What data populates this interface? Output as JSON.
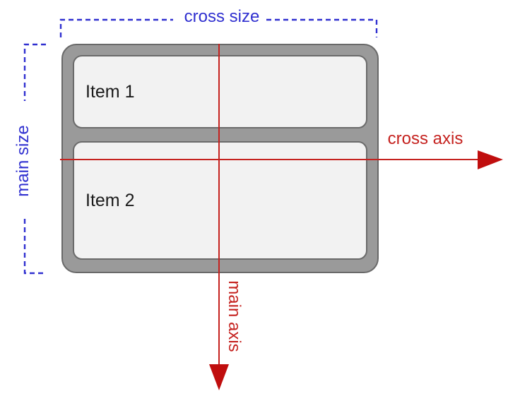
{
  "diagram": {
    "container": {
      "items": [
        {
          "label": "Item 1"
        },
        {
          "label": "Item 2"
        }
      ]
    },
    "labels": {
      "cross_size": "cross size",
      "main_size": "main size",
      "cross_axis": "cross axis",
      "main_axis": "main axis"
    },
    "colors": {
      "blue": "#3030d0",
      "red": "#c5221f",
      "arrow_red": "#c00e0e",
      "container_fill": "#9a9a9a",
      "container_border": "#696969",
      "item_fill": "#f2f2f2",
      "item_border": "#6b6b6b",
      "item_text": "#1b1b1b"
    }
  }
}
